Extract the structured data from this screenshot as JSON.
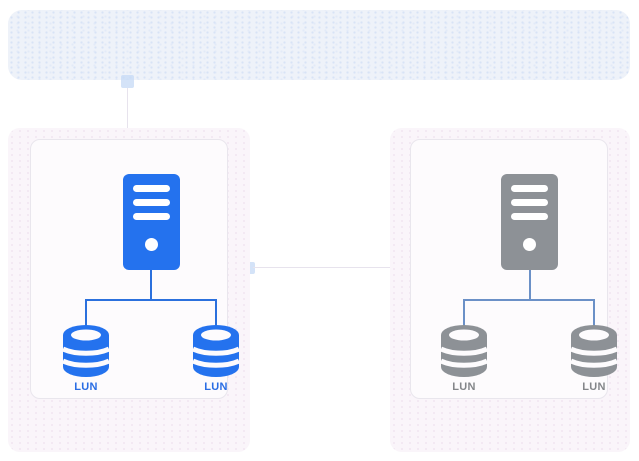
{
  "colors": {
    "canvas-bg": "#ffffff",
    "banner-bg": "#eef2f9",
    "banner-dot": "#d8e3f6",
    "panel-bg": "#faf5fa",
    "panel-dot": "#f1e6f1",
    "card-bg": "#fdfbfd",
    "card-border": "#e9e6ed",
    "active-accent": "#2472ee",
    "active-line": "#2b70dd",
    "active-label": "#2a6de4",
    "standby-accent": "#8d9196",
    "standby-line": "#6b90c7",
    "standby-label": "#84868a",
    "connector-handle": "#c6d9f6",
    "edge-line": "#e7e3ed"
  },
  "icons": {
    "server": "server-icon",
    "lun": "database-cylinder-icon",
    "connector": "connector-handle"
  },
  "sites": {
    "left": {
      "luns": [
        {
          "label": "LUN"
        },
        {
          "label": "LUN"
        }
      ]
    },
    "right": {
      "luns": [
        {
          "label": "LUN"
        },
        {
          "label": "LUN"
        }
      ]
    }
  }
}
